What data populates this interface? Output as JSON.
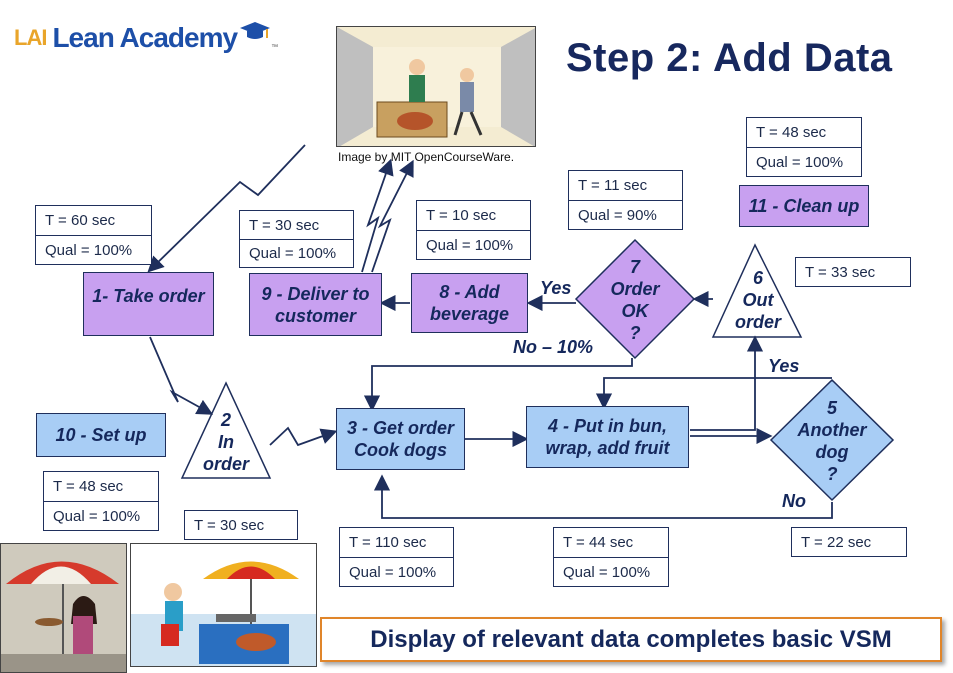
{
  "header": {
    "title": "Step 2: Add Data"
  },
  "logo": {
    "mark": "LAI",
    "name": "Lean Academy",
    "tm": "™"
  },
  "image_credit": "Image by MIT OpenCourseWare.",
  "processes": {
    "take_order": "1- Take order",
    "cook": "3 - Get order\nCook dogs",
    "bun": "4 - Put in bun,\nwrap, add fruit",
    "beverage": "8 - Add\nbeverage",
    "deliver": "9 - Deliver to\ncustomer",
    "setup": "10 - Set up",
    "cleanup": "11 - Clean up"
  },
  "inventory": {
    "in_order": "2\nIn\norder",
    "out_order": "6\nOut\norder"
  },
  "decisions": {
    "another_dog": "5\nAnother\ndog\n?",
    "order_ok": "7\nOrder\nOK\n?"
  },
  "flow_labels": {
    "yes_top": "Yes",
    "no_10": "No – 10%",
    "yes_mid": "Yes",
    "no_bottom": "No"
  },
  "data": {
    "take_order": {
      "t": "T = 60 sec",
      "q": "Qual = 100%"
    },
    "deliver": {
      "t": "T = 30 sec",
      "q": "Qual = 100%"
    },
    "beverage": {
      "t": "T = 10 sec",
      "q": "Qual = 100%"
    },
    "order_ok": {
      "t": "T = 11 sec",
      "q": "Qual = 90%"
    },
    "cleanup": {
      "t": "T = 48 sec",
      "q": "Qual = 100%"
    },
    "out_order": {
      "t": "T = 33 sec"
    },
    "setup": {
      "t": "T = 48 sec",
      "q": "Qual = 100%"
    },
    "in_order": {
      "t": "T = 30 sec"
    },
    "cook": {
      "t": "T = 110 sec",
      "q": "Qual = 100%"
    },
    "bun": {
      "t": "T = 44 sec",
      "q": "Qual = 100%"
    },
    "another_dog": {
      "t": "T = 22 sec"
    }
  },
  "banner": "Display of relevant data  completes  basic VSM",
  "colors": {
    "process_purple": "#c8a0f0",
    "process_blue": "#a8cdf5",
    "text_navy": "#15285c",
    "banner_border": "#e0852a"
  }
}
